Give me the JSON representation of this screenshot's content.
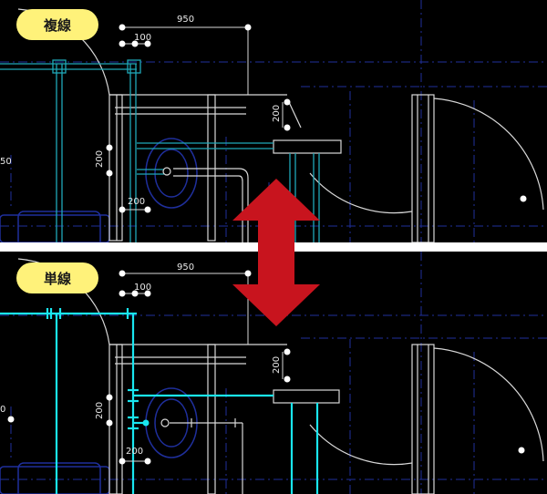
{
  "panels": {
    "top": {
      "label": "複線",
      "dims": {
        "d950": "950",
        "d100": "100",
        "d200a": "200",
        "d200b": "200",
        "d200c": "200",
        "edge": "50"
      }
    },
    "bottom": {
      "label": "単線",
      "dims": {
        "d950": "950",
        "d100": "100",
        "d200a": "200",
        "d200b": "200",
        "d200c": "200",
        "edge": "0"
      }
    }
  },
  "colors": {
    "background": "#000000",
    "wall": "#d8d8d8",
    "pipe_double": "#1fa8b8",
    "pipe_single": "#19e6f0",
    "grid_line": "#1f2f9c",
    "label_bg": "#fff27a",
    "arrow": "#c8141e"
  },
  "icons": {
    "arrow": "double-vertical-arrow-icon"
  }
}
